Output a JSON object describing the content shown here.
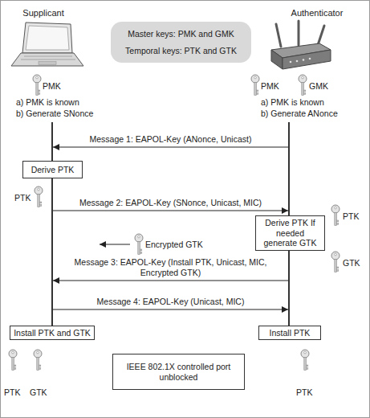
{
  "diagram": {
    "nodes": [
      {
        "text": [
          "Supplicant"
        ]
      },
      {
        "text": [
          "Master keys: PMK and GMK",
          "Temporal keys: PTK and GTK"
        ]
      },
      {
        "text": [
          "Authenticator"
        ]
      },
      {
        "text": [
          "Derive PTK"
        ]
      },
      {
        "text": [
          "Derive PTK If needed generate GTK"
        ]
      },
      {
        "text": [
          "Install PTK and GTK"
        ]
      },
      {
        "text": [
          "Install PTK"
        ]
      },
      {
        "text": [
          "IEEE 802.1X controlled port unblocked"
        ]
      }
    ],
    "edges": [
      {
        "from": 2,
        "to": 0,
        "arrow": "to",
        "label": "Message 1: EAPOL-Key (ANonce, Unicast)"
      },
      {
        "from": 0,
        "to": 2,
        "arrow": "to",
        "label": "Message 2: EAPOL-Key (SNonce, Unicast, MIC)"
      },
      {
        "from": 2,
        "to": 0,
        "arrow": "to",
        "label": "Message 3: EAPOL-Key (Install PTK, Unicast, MIC, Encrypted GTK)"
      },
      {
        "from": 0,
        "to": 2,
        "arrow": "to",
        "label": "Message 4: EAPOL-Key (Unicast, MIC)"
      }
    ],
    "labels": [
      "PMK",
      "PMK",
      "GMK",
      "a) PMK is known",
      "b) Generate SNonce",
      "a) PMK is known",
      "b) Generate ANonce",
      "PTK",
      "Encrypted GTK",
      "PTK",
      "GTK",
      "PTK",
      "GTK",
      "PTK"
    ]
  }
}
